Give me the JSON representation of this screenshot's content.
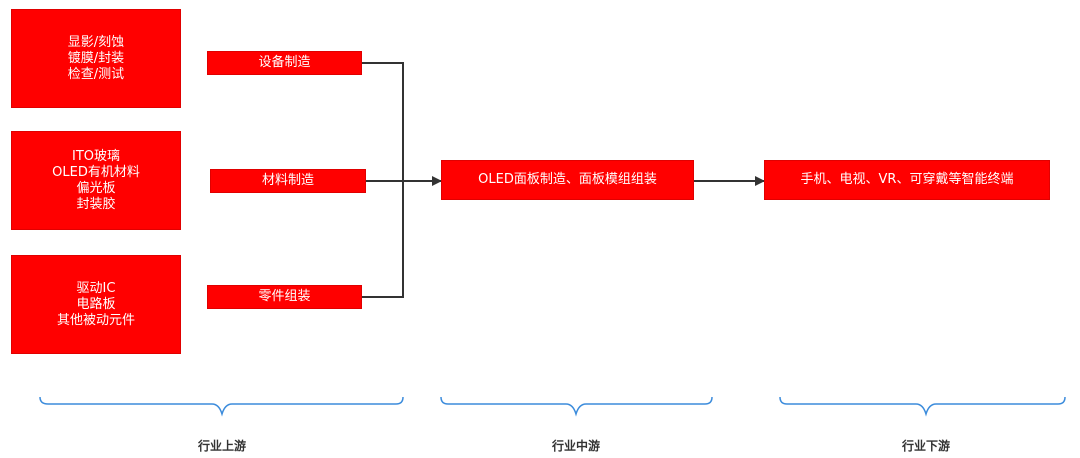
{
  "upstream_groups": [
    {
      "lines": [
        "显影/刻蚀",
        "镀膜/封装",
        "检查/测试"
      ]
    },
    {
      "lines": [
        "ITO玻璃",
        "OLED有机材料",
        "偏光板",
        "封装胶"
      ]
    },
    {
      "lines": [
        "驱动IC",
        "电路板",
        "其他被动元件"
      ]
    }
  ],
  "process_labels": [
    "设备制造",
    "材料制造",
    "零件组装"
  ],
  "midstream_label": "OLED面板制造、面板模组组装",
  "downstream_label": "手机、电视、VR、可穿戴等智能终端",
  "brace_labels": [
    "行业上游",
    "行业中游",
    "行业下游"
  ],
  "colors": {
    "box": "#ff0000",
    "brace": "#3c8cdc",
    "arrow": "#333333"
  }
}
